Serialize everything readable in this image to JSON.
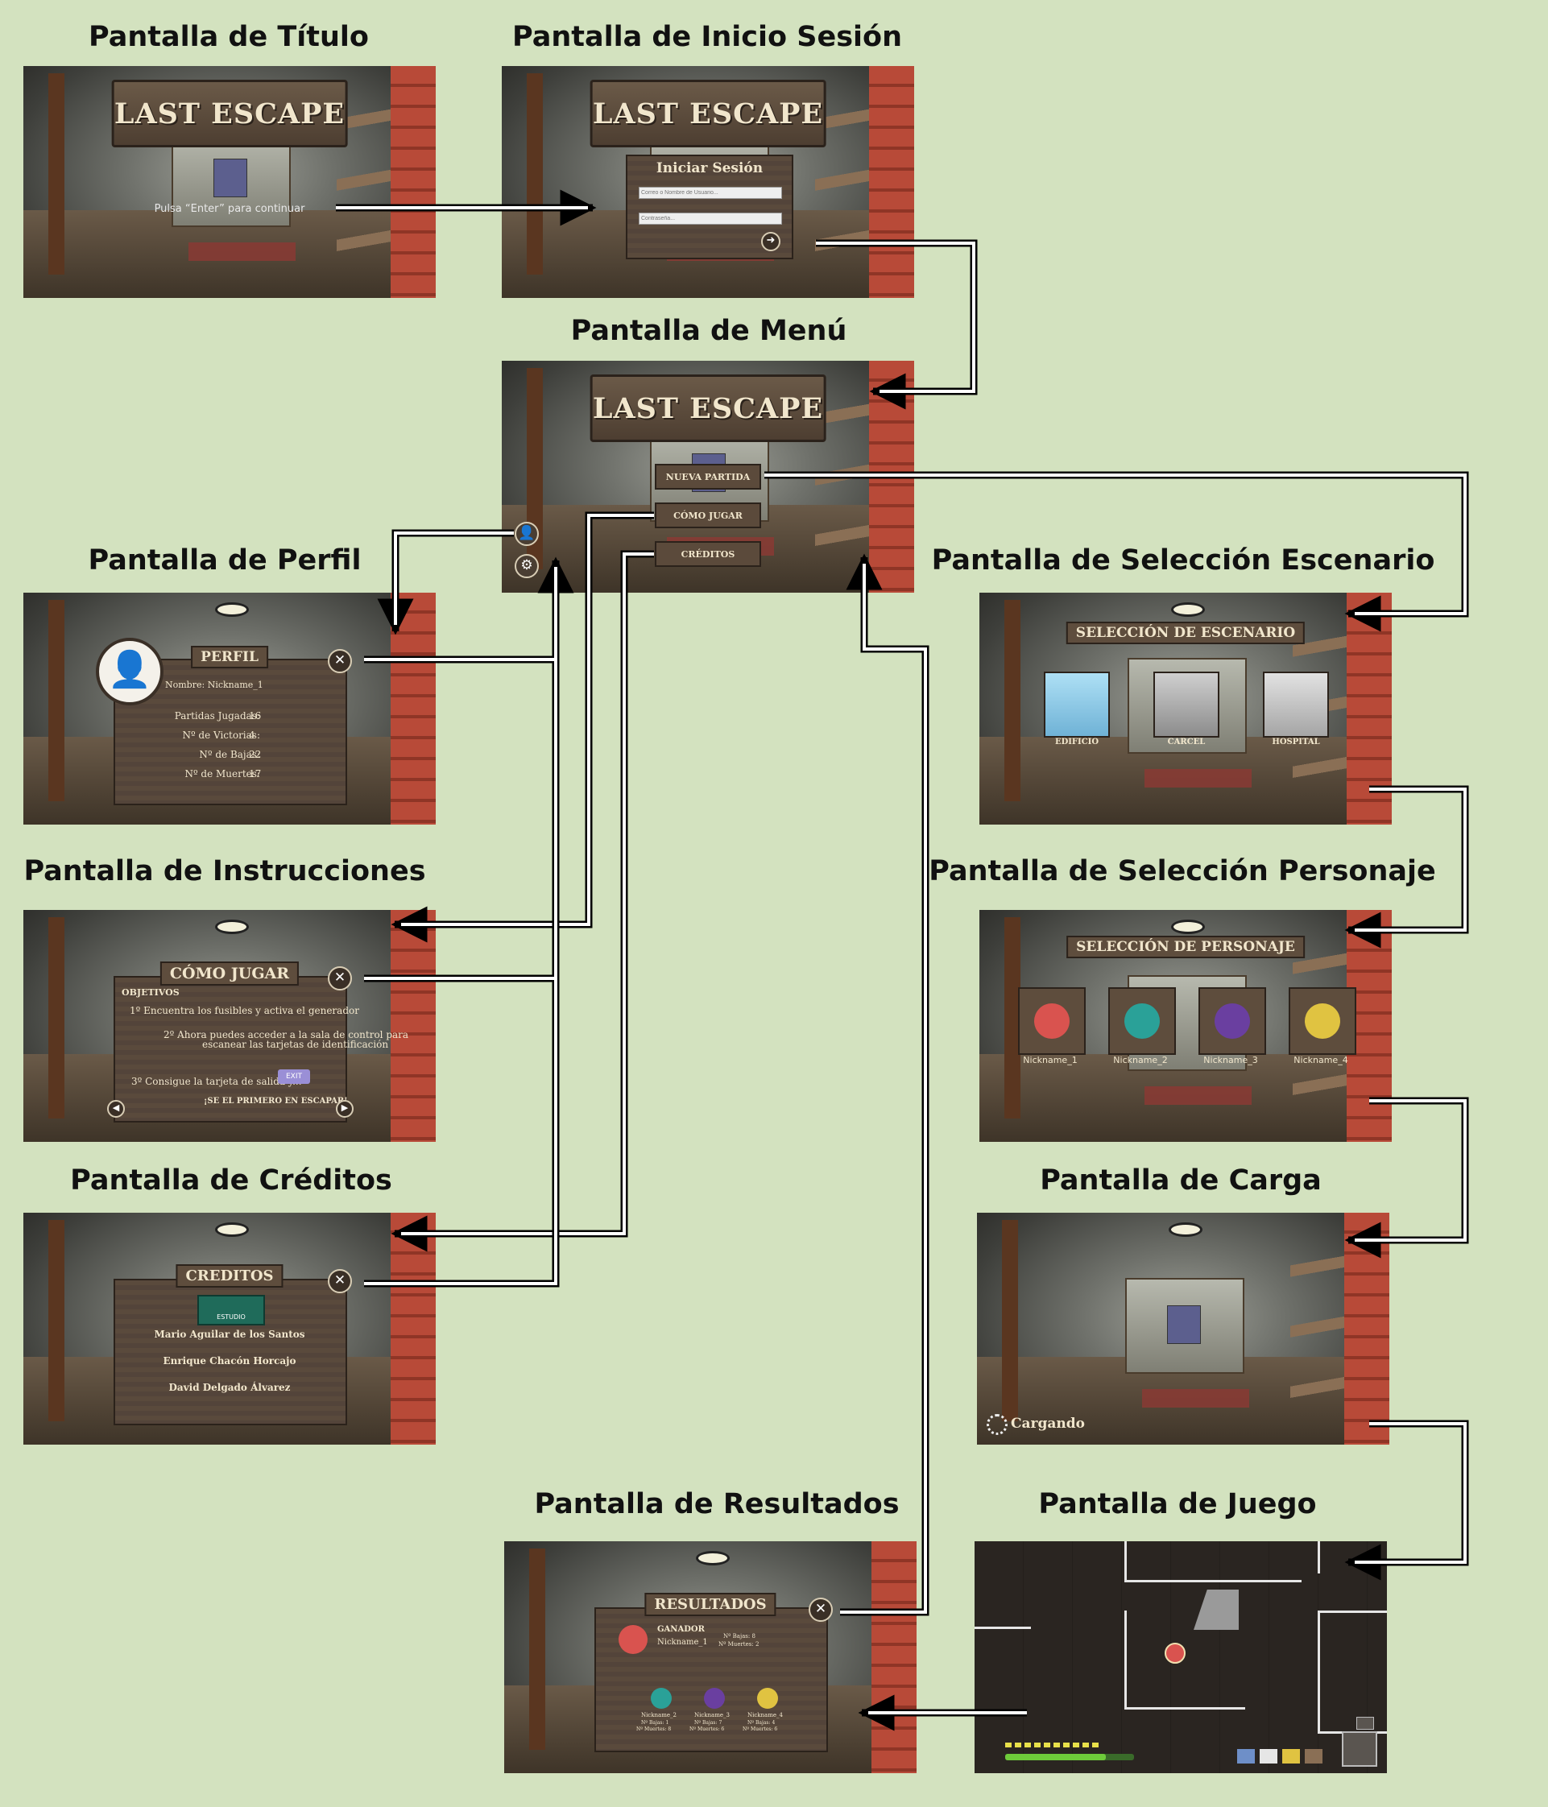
{
  "screens": {
    "titulo": {
      "title": "Pantalla de Título",
      "logo": "LAST ESCAPE",
      "prompt": "Pulsa “Enter” para continuar"
    },
    "inicio": {
      "title": "Pantalla de Inicio Sesión",
      "logo": "LAST ESCAPE",
      "panel_title": "Iniciar Sesión",
      "user_placeholder": "Correo o Nombre de Usuario...",
      "pass_placeholder": "Contraseña..."
    },
    "menu": {
      "title": "Pantalla de Menú",
      "logo": "LAST ESCAPE",
      "buttons": [
        "NUEVA PARTIDA",
        "CÓMO JUGAR",
        "CRÉDITOS"
      ]
    },
    "perfil": {
      "title": "Pantalla de Perfil",
      "header": "PERFIL",
      "name_label": "Nombre:",
      "name_value": "Nickname_1",
      "stats": [
        {
          "label": "Partidas Jugadas:",
          "value": "16"
        },
        {
          "label": "Nº de Victorias:",
          "value": "4"
        },
        {
          "label": "Nº de Bajas:",
          "value": "22"
        },
        {
          "label": "Nº de Muertes:",
          "value": "17"
        }
      ]
    },
    "instrucciones": {
      "title": "Pantalla de Instrucciones",
      "header": "CÓMO JUGAR",
      "objetivos": "OBJETIVOS",
      "step1": "1º Encuentra los fusibles y activa el generador",
      "step2a": "2º Ahora puedes acceder a la sala de control para",
      "step2b": "escanear las tarjetas de identificación",
      "step3": "3º Consigue la tarjeta de salida y...",
      "exit": "EXIT",
      "footer": "¡SE EL PRIMERO EN ESCAPAR!"
    },
    "creditos": {
      "title": "Pantalla de Créditos",
      "header": "CREDITOS",
      "studio": "ESTUDIO",
      "names": [
        "Mario Aguilar de los Santos",
        "Enrique Chacón Horcajo",
        "David Delgado Álvarez"
      ]
    },
    "escenario": {
      "title": "Pantalla de Selección Escenario",
      "header": "SELECCIÓN DE ESCENARIO",
      "options": [
        "EDIFICIO",
        "CARCEL",
        "HOSPITAL"
      ]
    },
    "personaje": {
      "title": "Pantalla de Selección Personaje",
      "header": "SELECCIÓN DE PERSONAJE",
      "characters": [
        {
          "name": "Nickname_1",
          "color": "#d9534f"
        },
        {
          "name": "Nickname_2",
          "color": "#2aa198"
        },
        {
          "name": "Nickname_3",
          "color": "#6a3fa0"
        },
        {
          "name": "Nickname_4",
          "color": "#e0c341"
        }
      ]
    },
    "carga": {
      "title": "Pantalla de Carga",
      "loading": "Cargando"
    },
    "resultados": {
      "title": "Pantalla de Resultados",
      "header": "RESULTADOS",
      "winner_label": "GANADOR",
      "winner": {
        "name": "Nickname_1",
        "bajas_label": "Nº Bajas:",
        "bajas": "8",
        "muertes_label": "Nº Muertes:",
        "muertes": "2"
      },
      "others": [
        {
          "name": "Nickname_2",
          "bajas": "1",
          "muertes": "8"
        },
        {
          "name": "Nickname_3",
          "bajas": "7",
          "muertes": "6"
        },
        {
          "name": "Nickname_4",
          "bajas": "4",
          "muertes": "6"
        }
      ]
    },
    "juego": {
      "title": "Pantalla de Juego"
    }
  },
  "colors": {
    "background": "#d3e2bf",
    "wood": "#5a4a3c",
    "text_light": "#f1e6cc",
    "arrow": "#000000"
  }
}
